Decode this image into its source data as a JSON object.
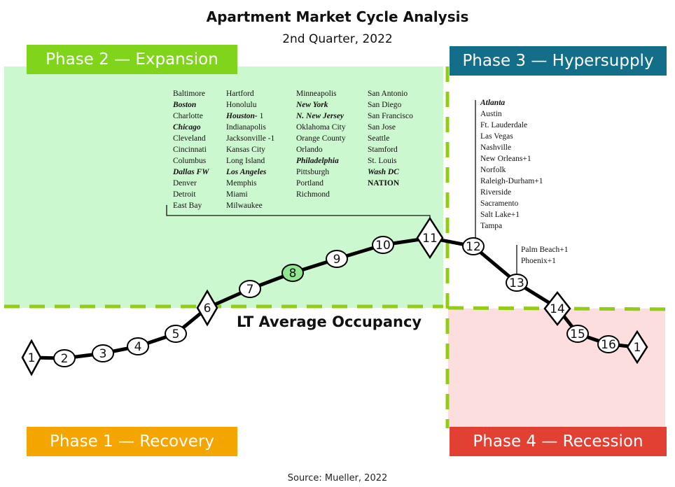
{
  "header": {
    "title": "Apartment Market Cycle Analysis",
    "subtitle": "2nd Quarter, 2022"
  },
  "phases": {
    "phase1": {
      "label": "Phase 1 — Recovery",
      "color": "#f5a500"
    },
    "phase2": {
      "label": "Phase 2 — Expansion",
      "color": "#80d41c",
      "zone_color": "#ccf8cf"
    },
    "phase3": {
      "label": "Phase 3 — Hypersupply",
      "color": "#126e89"
    },
    "phase4": {
      "label": "Phase 4 — Recession",
      "color": "#e24033",
      "zone_color": "#fddede"
    }
  },
  "lt_average_label": "LT Average Occupancy",
  "source": "Source: Mueller, 2022",
  "cycle_nodes": [
    {
      "id": "1",
      "shape": "diamond"
    },
    {
      "id": "2",
      "shape": "ellipse"
    },
    {
      "id": "3",
      "shape": "ellipse"
    },
    {
      "id": "4",
      "shape": "ellipse"
    },
    {
      "id": "5",
      "shape": "ellipse"
    },
    {
      "id": "6",
      "shape": "diamond"
    },
    {
      "id": "7",
      "shape": "ellipse"
    },
    {
      "id": "8",
      "shape": "ellipse",
      "highlight": "#8fe88f"
    },
    {
      "id": "9",
      "shape": "ellipse"
    },
    {
      "id": "10",
      "shape": "ellipse"
    },
    {
      "id": "11",
      "shape": "diamond"
    },
    {
      "id": "12",
      "shape": "ellipse"
    },
    {
      "id": "13",
      "shape": "ellipse"
    },
    {
      "id": "14",
      "shape": "diamond"
    },
    {
      "id": "15",
      "shape": "ellipse"
    },
    {
      "id": "16",
      "shape": "ellipse"
    },
    {
      "id": "1",
      "shape": "diamond"
    }
  ],
  "point_11_cities": {
    "col1": [
      {
        "name": "Baltimore",
        "bold": false
      },
      {
        "name": "Boston",
        "bold": true
      },
      {
        "name": "Charlotte",
        "bold": false
      },
      {
        "name": "Chicago",
        "bold": true
      },
      {
        "name": "Cleveland",
        "bold": false
      },
      {
        "name": "Cincinnati",
        "bold": false
      },
      {
        "name": "Columbus",
        "bold": false
      },
      {
        "name": "Dallas FW",
        "bold": true
      },
      {
        "name": "Denver",
        "bold": false
      },
      {
        "name": "Detroit",
        "bold": false
      },
      {
        "name": "East Bay",
        "bold": false
      }
    ],
    "col2": [
      {
        "name": "Hartford",
        "bold": false
      },
      {
        "name": "Honolulu",
        "bold": false
      },
      {
        "name": "Houston-",
        "bold": true,
        "suffix": " 1"
      },
      {
        "name": "Indianapolis",
        "bold": false
      },
      {
        "name": "Jacksonville -1",
        "bold": false
      },
      {
        "name": "Kansas City",
        "bold": false
      },
      {
        "name": "Long Island",
        "bold": false
      },
      {
        "name": "Los Angeles",
        "bold": true
      },
      {
        "name": "Memphis",
        "bold": false
      },
      {
        "name": "Miami",
        "bold": false
      },
      {
        "name": "Milwaukee",
        "bold": false
      }
    ],
    "col3": [
      {
        "name": "Minneapolis",
        "bold": false
      },
      {
        "name": "New York",
        "bold": true
      },
      {
        "name": "N. New Jersey",
        "bold": true
      },
      {
        "name": "Oklahoma City",
        "bold": false
      },
      {
        "name": "Orange County",
        "bold": false
      },
      {
        "name": "Orlando",
        "bold": false
      },
      {
        "name": "Philadelphia",
        "bold": true
      },
      {
        "name": "Pittsburgh",
        "bold": false
      },
      {
        "name": "Portland",
        "bold": false
      },
      {
        "name": "Richmond",
        "bold": false
      }
    ],
    "col4": [
      {
        "name": "San Antonio",
        "bold": false
      },
      {
        "name": "San Diego",
        "bold": false
      },
      {
        "name": "San Francisco",
        "bold": false
      },
      {
        "name": "San Jose",
        "bold": false
      },
      {
        "name": "Seattle",
        "bold": false
      },
      {
        "name": "Stamford",
        "bold": false
      },
      {
        "name": "St. Louis",
        "bold": false
      },
      {
        "name": "Wash DC",
        "bold": true
      },
      {
        "name": "NATION",
        "bold": true,
        "italic": false
      }
    ]
  },
  "point_12_cities": [
    {
      "name": "Atlanta",
      "bold": true
    },
    {
      "name": "Austin",
      "bold": false
    },
    {
      "name": "Ft. Lauderdale",
      "bold": false
    },
    {
      "name": "Las Vegas",
      "bold": false
    },
    {
      "name": "Nashville",
      "bold": false
    },
    {
      "name": "New Orleans+1",
      "bold": false
    },
    {
      "name": "Norfolk",
      "bold": false
    },
    {
      "name": "Raleigh-Durham+1",
      "bold": false
    },
    {
      "name": "Riverside",
      "bold": false
    },
    {
      "name": "Sacramento",
      "bold": false
    },
    {
      "name": "Salt Lake+1",
      "bold": false
    },
    {
      "name": "Tampa",
      "bold": false
    }
  ],
  "point_13_cities": [
    {
      "name": "Palm Beach+1",
      "bold": false
    },
    {
      "name": "Phoenix+1",
      "bold": false
    }
  ]
}
